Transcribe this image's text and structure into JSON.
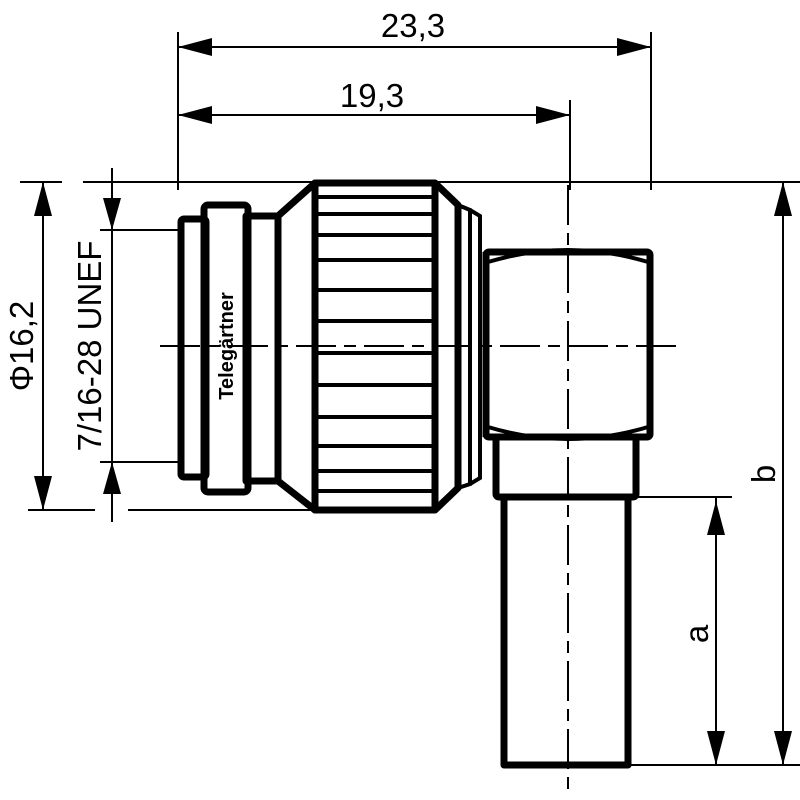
{
  "drawing": {
    "subject": "Right-angle coaxial connector (side view)",
    "brand_label": "Telegärtner",
    "line_color": "#000000",
    "background_color": "#ffffff"
  },
  "dimensions": {
    "overall_length": "23,3",
    "body_length": "19,3",
    "nut_diameter": "Φ16,2",
    "thread_spec": "7/16-28 UNEF",
    "cable_sleeve_length": "a",
    "overall_height": "b"
  }
}
